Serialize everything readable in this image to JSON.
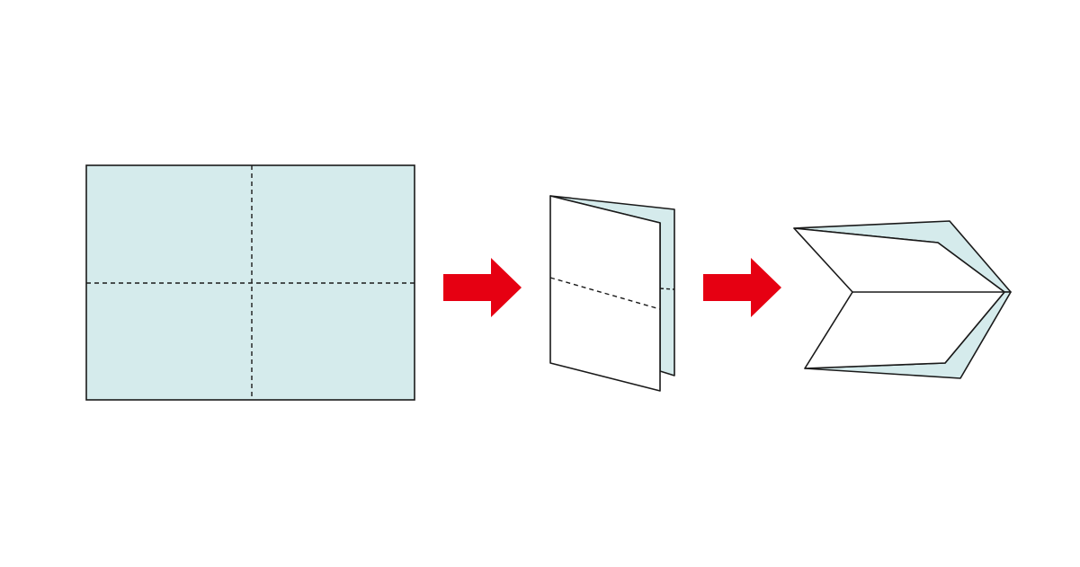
{
  "diagram": {
    "steps": [
      {
        "id": "flat-sheet"
      },
      {
        "id": "folded-in-half"
      },
      {
        "id": "folded-open-v"
      }
    ],
    "arrows": 2
  },
  "colors": {
    "background": "#ffffff",
    "paper_back": "#d5ebec",
    "paper_front": "#ffffff",
    "outline": "#1a1a1a",
    "arrow": "#e60012"
  }
}
